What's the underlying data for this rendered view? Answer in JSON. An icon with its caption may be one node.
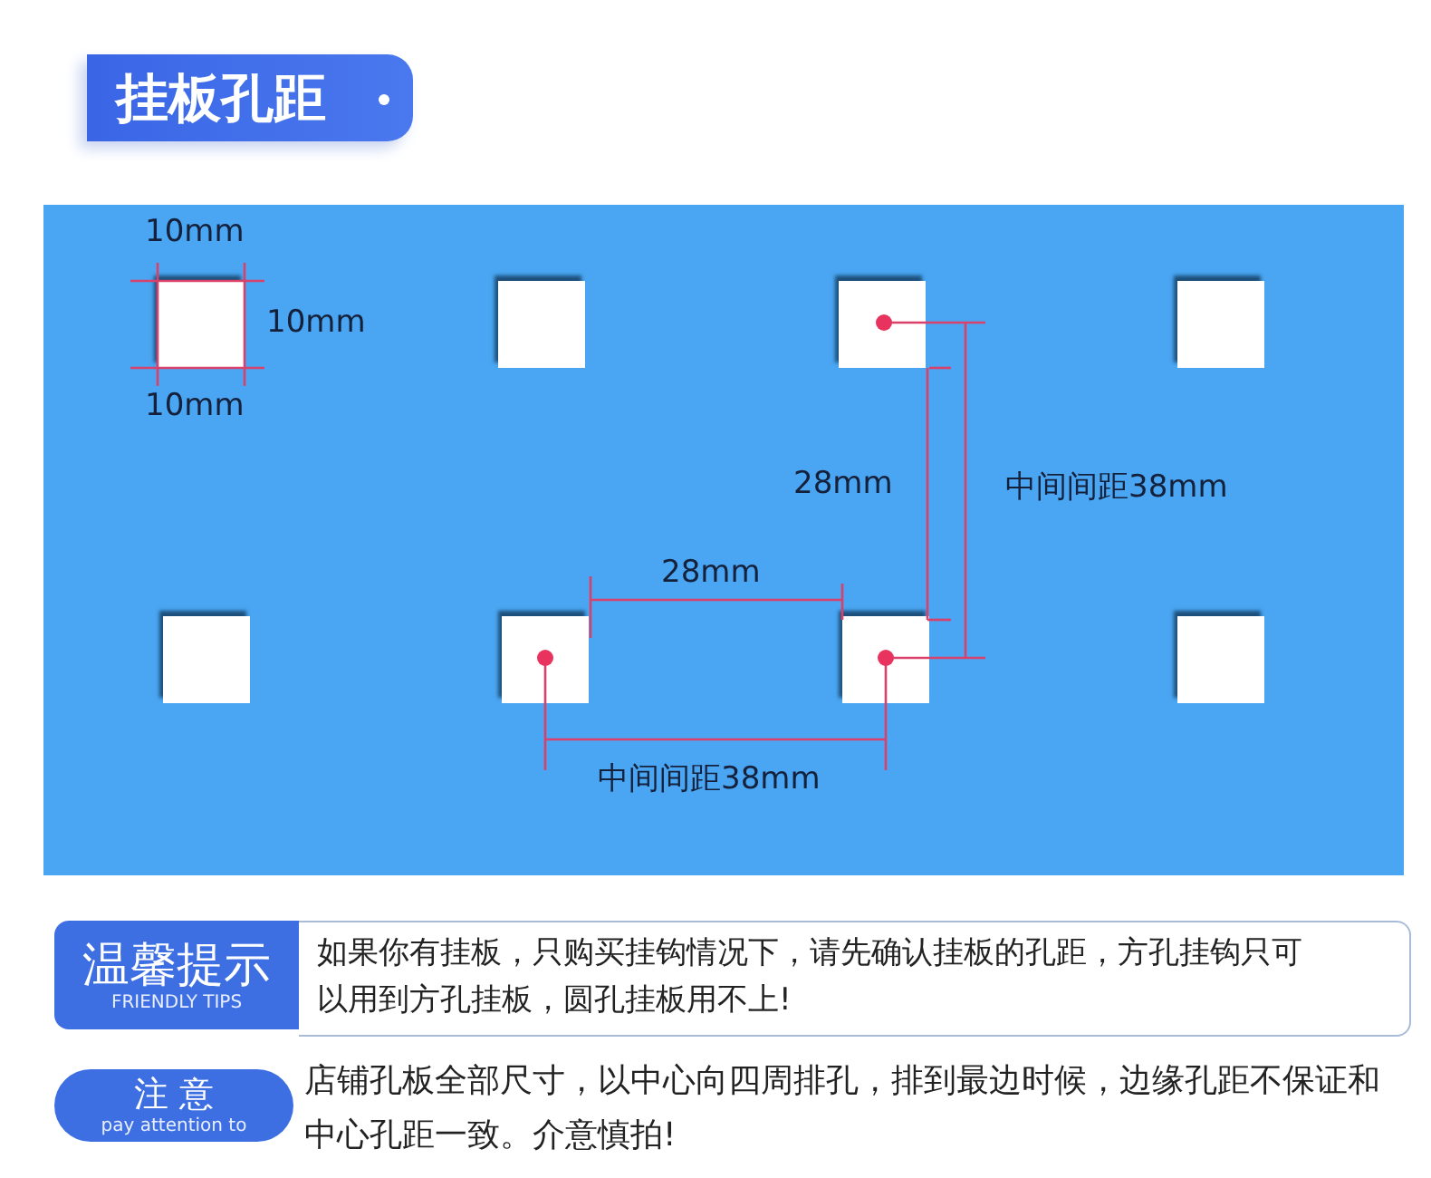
{
  "diagram": {
    "title": "挂板孔距",
    "nodes": [
      {
        "text": [
          "温馨提示",
          "FRIENDLY TIPS"
        ]
      },
      {
        "text": [
          "如果你有挂板，只购买挂钩情况下，请先确认挂板的孔距，方孔挂钩只可以用到方孔挂板，圆孔挂板用不上!"
        ]
      },
      {
        "text": [
          "注 意",
          "pay attention to"
        ],
        "beside": [
          "店铺孔板全部尺寸，以中心向四周排孔，排到最边时候，边缘孔距不保证和中心孔距一致。介意慎拍!"
        ]
      }
    ],
    "labels": [
      "10mm",
      "10mm",
      "10mm",
      "28mm",
      "中间间距38mm",
      "28mm",
      "中间间距38mm"
    ]
  }
}
